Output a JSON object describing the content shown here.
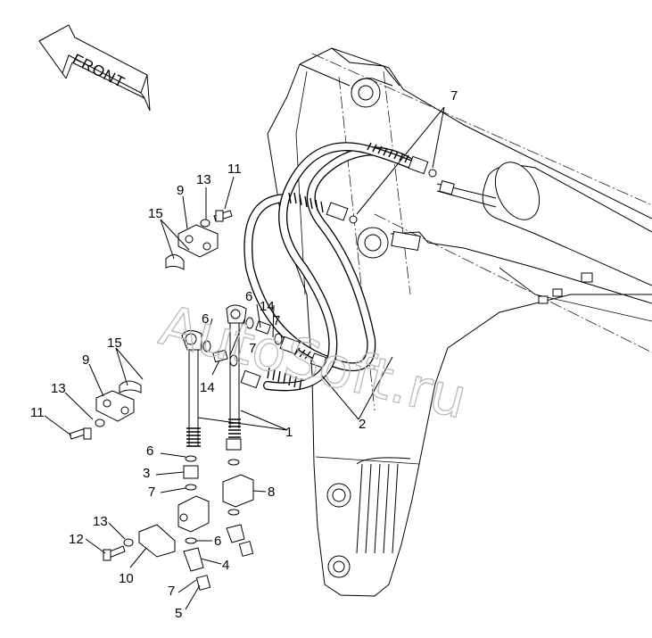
{
  "front_label": "FRONT",
  "watermark": "AutoSoft.ru",
  "callouts": [
    {
      "id": "c7a",
      "text": "7"
    },
    {
      "id": "c11a",
      "text": "11"
    },
    {
      "id": "c13a",
      "text": "13"
    },
    {
      "id": "c9a",
      "text": "9"
    },
    {
      "id": "c15a",
      "text": "15"
    },
    {
      "id": "c6a",
      "text": "6"
    },
    {
      "id": "c14a",
      "text": "14"
    },
    {
      "id": "c7b",
      "text": "7"
    },
    {
      "id": "c6b",
      "text": "6"
    },
    {
      "id": "c7c",
      "text": "7"
    },
    {
      "id": "c14b",
      "text": "14"
    },
    {
      "id": "c15b",
      "text": "15"
    },
    {
      "id": "c9b",
      "text": "9"
    },
    {
      "id": "c13b",
      "text": "13"
    },
    {
      "id": "c11b",
      "text": "11"
    },
    {
      "id": "c1",
      "text": "1"
    },
    {
      "id": "c2",
      "text": "2"
    },
    {
      "id": "c6c",
      "text": "6"
    },
    {
      "id": "c3",
      "text": "3"
    },
    {
      "id": "c7d",
      "text": "7"
    },
    {
      "id": "c8",
      "text": "8"
    },
    {
      "id": "c13c",
      "text": "13"
    },
    {
      "id": "c12",
      "text": "12"
    },
    {
      "id": "c6d",
      "text": "6"
    },
    {
      "id": "c10",
      "text": "10"
    },
    {
      "id": "c4",
      "text": "4"
    },
    {
      "id": "c7e",
      "text": "7"
    },
    {
      "id": "c5",
      "text": "5"
    }
  ]
}
